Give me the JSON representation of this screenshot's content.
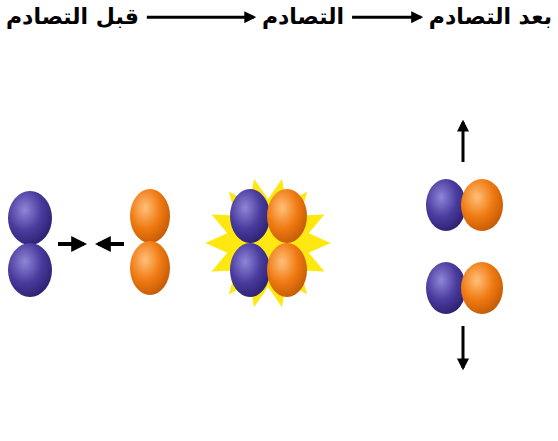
{
  "diagram": {
    "labels": [
      "قبل التصادم",
      "التصادم",
      "بعد التصادم"
    ]
  }
}
